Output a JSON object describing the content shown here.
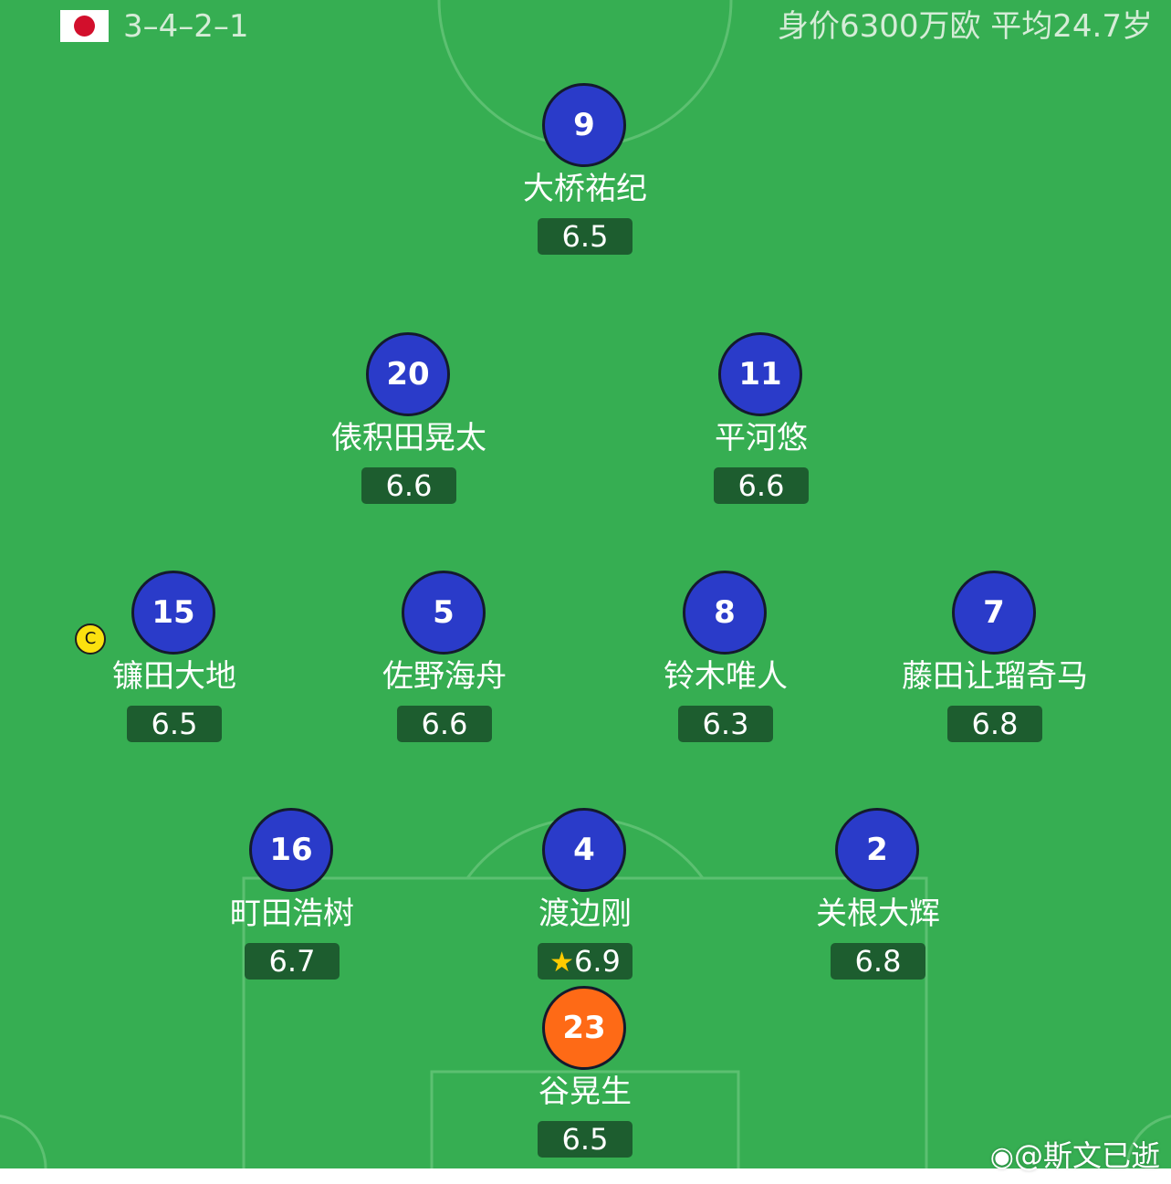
{
  "team": {
    "flag": "japan-flag",
    "formation": "3–4–2–1",
    "summary": "身价6300万欧 平均24.7岁"
  },
  "colors": {
    "pitch": "#36ae52",
    "player_kit": "#2a3bc9",
    "goalkeeper_kit": "#fe6a16",
    "rating_badge": "#1d5d2f",
    "captain_badge": "#fbe10f"
  },
  "players": [
    {
      "number": "9",
      "name": "大桥祐纪",
      "rating": "6.5"
    },
    {
      "number": "20",
      "name": "俵积田晃太",
      "rating": "6.6"
    },
    {
      "number": "11",
      "name": "平河悠",
      "rating": "6.6"
    },
    {
      "number": "15",
      "name": "镰田大地",
      "rating": "6.5",
      "captain": "C"
    },
    {
      "number": "5",
      "name": "佐野海舟",
      "rating": "6.6"
    },
    {
      "number": "8",
      "name": "铃木唯人",
      "rating": "6.3"
    },
    {
      "number": "7",
      "name": "藤田让瑠奇马",
      "rating": "6.8"
    },
    {
      "number": "16",
      "name": "町田浩树",
      "rating": "6.7"
    },
    {
      "number": "4",
      "name": "渡边刚",
      "rating": "6.9",
      "best_player": "star-icon"
    },
    {
      "number": "2",
      "name": "关根大辉",
      "rating": "6.8"
    },
    {
      "number": "23",
      "name": "谷晃生",
      "rating": "6.5",
      "goalkeeper": true
    }
  ],
  "watermark": {
    "icon": "weibo-icon",
    "text": "@斯文已逝"
  }
}
